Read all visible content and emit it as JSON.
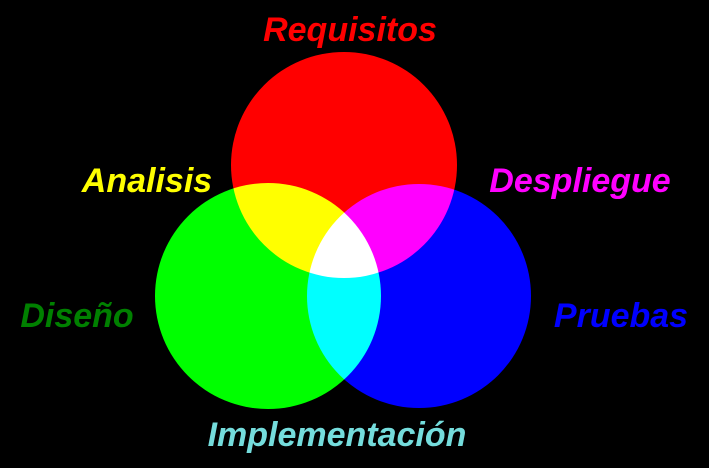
{
  "labels": {
    "requisitos": {
      "text": "Requisitos",
      "color": "#ff0000"
    },
    "analisis": {
      "text": "Analisis",
      "color": "#ffff00"
    },
    "despliegue": {
      "text": "Despliegue",
      "color": "#ff00ff"
    },
    "diseno": {
      "text": "Diseño",
      "color": "#008000"
    },
    "pruebas": {
      "text": "Pruebas",
      "color": "#0000ff"
    },
    "implementacion": {
      "text": "Implementación",
      "color": "#74dcdc"
    }
  },
  "circles": {
    "red": "#ff0000",
    "green": "#00ff00",
    "blue": "#0000ff"
  }
}
